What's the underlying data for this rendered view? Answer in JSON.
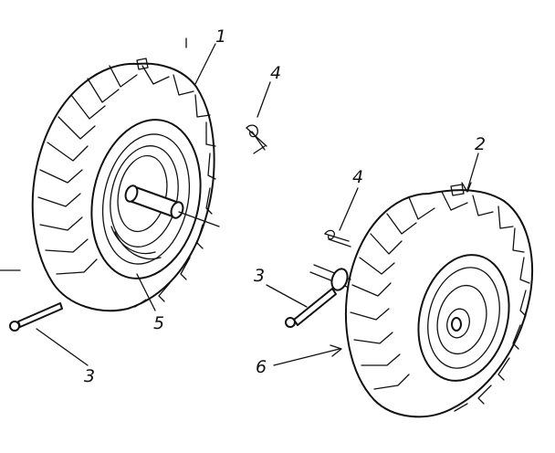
{
  "callouts": {
    "c1": "1",
    "c2": "2",
    "c3_left": "3",
    "c3_right": "3",
    "c4_left": "4",
    "c4_right": "4",
    "c5": "5",
    "c6": "6"
  }
}
